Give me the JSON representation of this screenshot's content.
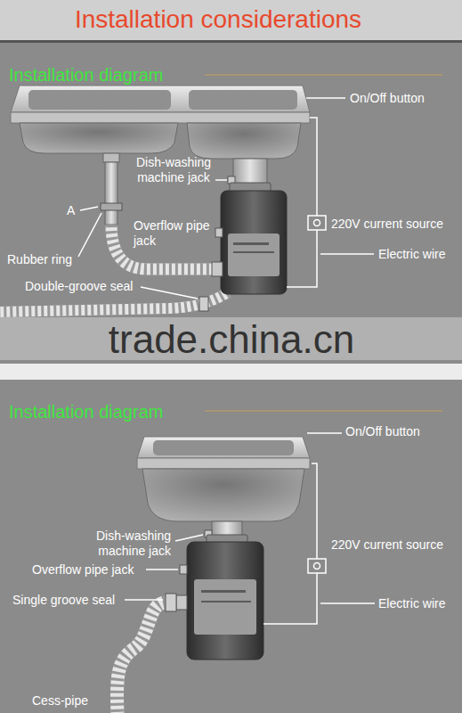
{
  "diagram": {
    "title": "Installation considerations",
    "labels": [
      "Installation diagram",
      "On/Off button",
      "Dish-washing machine jack",
      "A",
      "Overflow pipe jack",
      "220V current source",
      "Rubber ring",
      "Electric wire",
      "Double-groove seal",
      "trade.china.cn",
      "Installation diagram",
      "On/Off button",
      "Dish-washing machine jack",
      "220V current source",
      "Overflow pipe jack",
      "Single groove seal",
      "Electric wire",
      "Cess-pipe"
    ]
  }
}
